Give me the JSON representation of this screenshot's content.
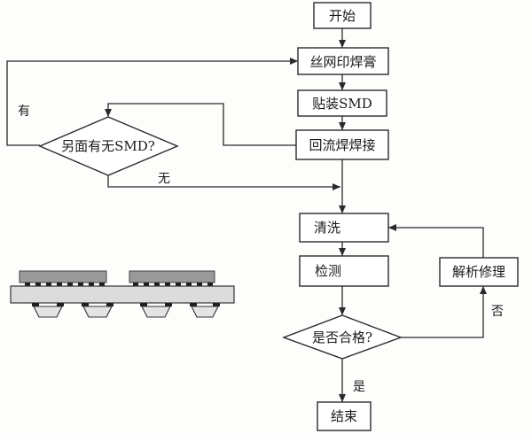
{
  "flow": {
    "start": "开始",
    "print": "丝网印焊膏",
    "place": "贴装SMD",
    "reflow": "回流焊焊接",
    "decision_smd": "另面有无SMD?",
    "clean": "清洗",
    "inspect": "检测",
    "decision_ok": "是否合格?",
    "repair": "解析修理",
    "end": "结束"
  },
  "edges": {
    "yes_you": "有",
    "no_wu": "无",
    "no_fou": "否",
    "yes_shi": "是"
  }
}
